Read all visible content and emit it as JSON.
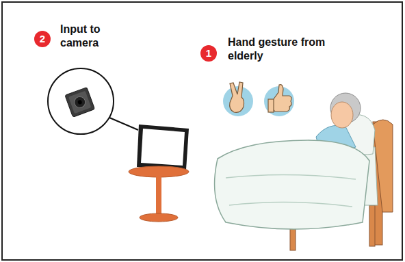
{
  "diagram": {
    "labels": [
      "2",
      "Input to camera",
      "1",
      "Hand gesture from elderly"
    ]
  }
}
